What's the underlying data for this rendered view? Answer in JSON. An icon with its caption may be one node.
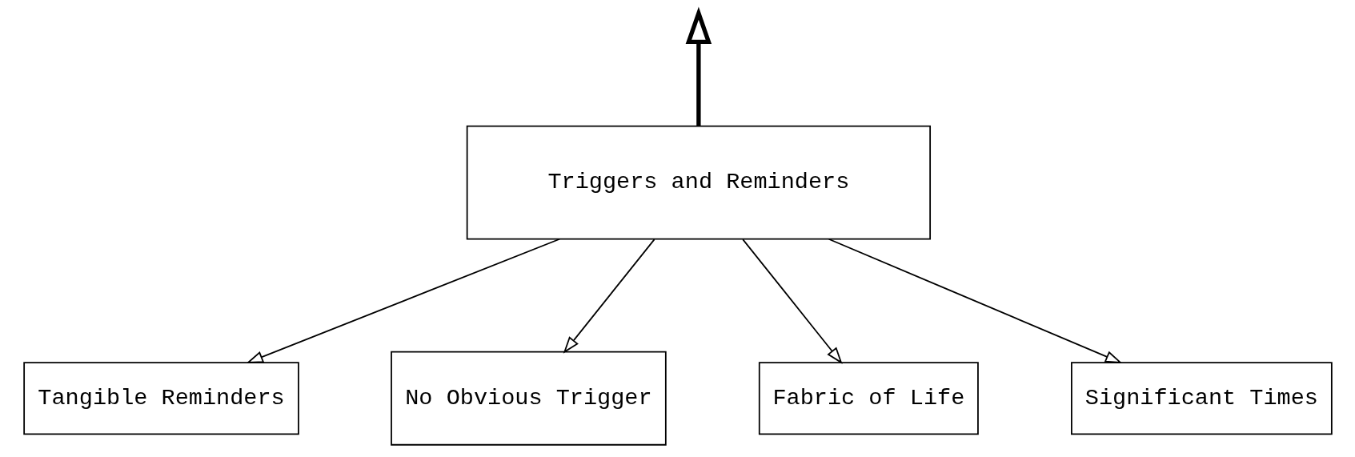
{
  "diagram": {
    "nodes": [
      {
        "text": [
          "Triggers and Reminders"
        ]
      },
      {
        "text": [
          "Tangible Reminders"
        ]
      },
      {
        "text": [
          "No Obvious Trigger"
        ]
      },
      {
        "text": [
          "Fabric of Life"
        ]
      },
      {
        "text": [
          "Significant Times"
        ]
      }
    ],
    "edges": [
      {
        "from": 0,
        "to": null,
        "arrow": "to",
        "style": "thick"
      },
      {
        "from": 0,
        "to": 1,
        "arrow": "to"
      },
      {
        "from": 0,
        "to": 2,
        "arrow": "to"
      },
      {
        "from": 0,
        "to": 3,
        "arrow": "to"
      },
      {
        "from": 0,
        "to": 4,
        "arrow": "to"
      }
    ]
  }
}
